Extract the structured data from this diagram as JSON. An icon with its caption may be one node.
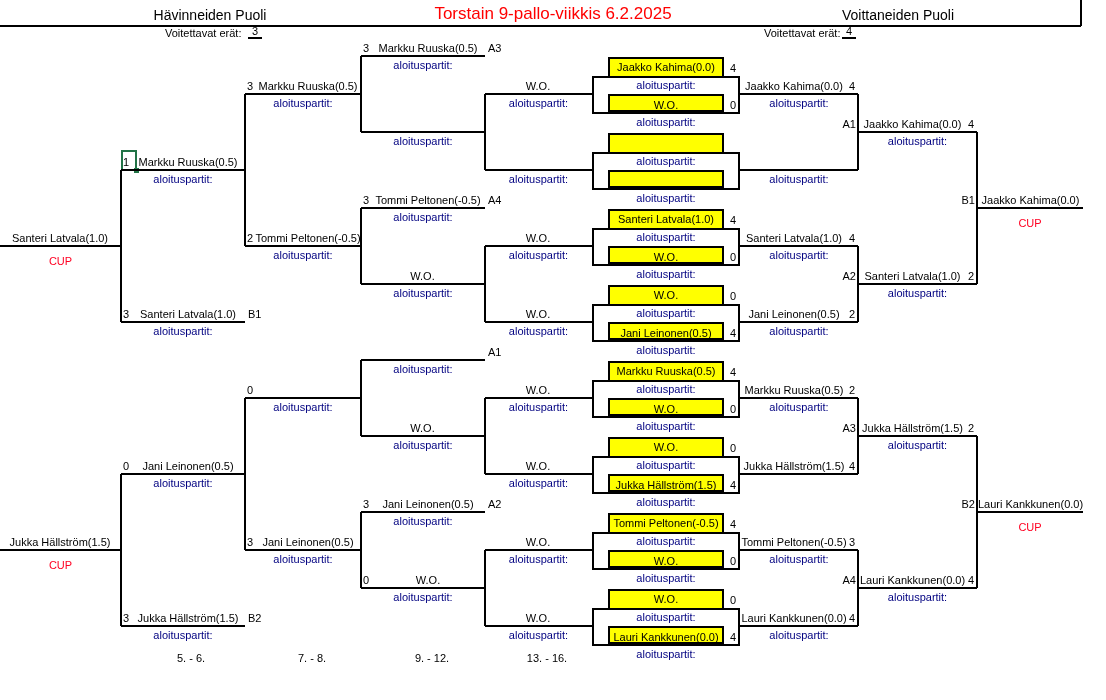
{
  "diagram": {
    "title": "Torstain 9-pallo-viikkis 6.2.2025",
    "nodes": [
      {
        "text": [
          "Santeri Latvala(1.0)"
        ],
        "beside": [
          "CUP"
        ]
      },
      {
        "text": [
          "Jukka Hällström(1.5)"
        ],
        "beside": [
          "CUP"
        ]
      },
      {
        "text": [
          "1",
          "Markku Ruuska(0.5)"
        ],
        "beside": [
          "aloituspartit:"
        ]
      },
      {
        "text": [
          "3",
          "Santeri Latvala(1.0)",
          "B1"
        ],
        "beside": [
          "aloituspartit:"
        ]
      },
      {
        "text": [
          "0",
          "Jani Leinonen(0.5)"
        ],
        "beside": [
          "aloituspartit:"
        ]
      },
      {
        "text": [
          "3",
          "Jukka Hällström(1.5)",
          "B2"
        ],
        "beside": [
          "aloituspartit:"
        ]
      },
      {
        "text": [
          "3",
          "Markku Ruuska(0.5)"
        ],
        "beside": [
          "aloituspartit:"
        ]
      },
      {
        "text": [
          "2",
          "Tommi Peltonen(-0.5)"
        ],
        "beside": [
          "aloituspartit:"
        ]
      },
      {
        "text": [
          "0"
        ],
        "beside": [
          "aloituspartit:"
        ]
      },
      {
        "text": [
          "3",
          "Jani Leinonen(0.5)"
        ],
        "beside": [
          "aloituspartit:"
        ]
      },
      {
        "text": [
          "3",
          "Markku Ruuska(0.5)",
          "A3"
        ],
        "beside": [
          "aloituspartit:"
        ]
      },
      {
        "text": [],
        "shape": "bar",
        "beside": [
          "aloituspartit:"
        ]
      },
      {
        "text": [
          "3",
          "Tommi Peltonen(-0.5)",
          "A4"
        ],
        "beside": [
          "aloituspartit:"
        ]
      },
      {
        "text": [
          "W.O."
        ],
        "beside": [
          "aloituspartit:"
        ]
      },
      {
        "text": [
          "A1"
        ],
        "beside": [
          "aloituspartit:"
        ]
      },
      {
        "text": [
          "W.O."
        ],
        "beside": [
          "aloituspartit:"
        ]
      },
      {
        "text": [
          "3",
          "Jani Leinonen(0.5)",
          "A2"
        ],
        "beside": [
          "aloituspartit:"
        ]
      },
      {
        "text": [
          "0",
          "W.O."
        ],
        "beside": [
          "aloituspartit:"
        ]
      },
      {
        "text": [
          "W.O."
        ],
        "beside": [
          "aloituspartit:"
        ]
      },
      {
        "text": [],
        "shape": "bar",
        "beside": [
          "aloituspartit:"
        ]
      },
      {
        "text": [
          "W.O."
        ],
        "beside": [
          "aloituspartit:"
        ]
      },
      {
        "text": [
          "W.O."
        ],
        "beside": [
          "aloituspartit:"
        ]
      },
      {
        "text": [
          "W.O."
        ],
        "beside": [
          "aloituspartit:"
        ]
      },
      {
        "text": [
          "W.O."
        ],
        "beside": [
          "aloituspartit:"
        ]
      },
      {
        "text": [
          "W.O."
        ],
        "beside": [
          "aloituspartit:"
        ]
      },
      {
        "text": [
          "W.O."
        ],
        "beside": [
          "aloituspartit:"
        ]
      },
      {
        "text": [],
        "shape": "box"
      },
      {
        "text": [
          "Jaakko Kahima(0.0)"
        ],
        "beside": [
          "4",
          "aloituspartit:"
        ]
      },
      {
        "text": [
          "W.O."
        ],
        "beside": [
          "0",
          "aloituspartit:"
        ],
        "in": 26
      },
      {
        "text": [],
        "shape": "box"
      },
      {
        "text": [],
        "shape": "box",
        "beside": [
          "aloituspartit:"
        ]
      },
      {
        "text": [],
        "shape": "box",
        "beside": [
          "aloituspartit:"
        ],
        "in": 29
      },
      {
        "text": [],
        "shape": "box"
      },
      {
        "text": [
          "Santeri Latvala(1.0)"
        ],
        "beside": [
          "4",
          "aloituspartit:"
        ]
      },
      {
        "text": [
          "W.O."
        ],
        "beside": [
          "0",
          "aloituspartit:"
        ],
        "in": 32
      },
      {
        "text": [],
        "shape": "box"
      },
      {
        "text": [
          "W.O."
        ],
        "beside": [
          "0",
          "aloituspartit:"
        ]
      },
      {
        "text": [
          "Jani Leinonen(0.5)"
        ],
        "beside": [
          "4",
          "aloituspartit:"
        ],
        "in": 35
      },
      {
        "text": [],
        "shape": "box"
      },
      {
        "text": [
          "Markku Ruuska(0.5)"
        ],
        "beside": [
          "4",
          "aloituspartit:"
        ]
      },
      {
        "text": [
          "W.O."
        ],
        "beside": [
          "0",
          "aloituspartit:"
        ],
        "in": 38
      },
      {
        "text": [],
        "shape": "box"
      },
      {
        "text": [
          "W.O."
        ],
        "beside": [
          "0",
          "aloituspartit:"
        ]
      },
      {
        "text": [
          "Jukka Hällström(1.5)"
        ],
        "beside": [
          "4",
          "aloituspartit:"
        ],
        "in": 41
      },
      {
        "text": [],
        "shape": "box"
      },
      {
        "text": [
          "Tommi Peltonen(-0.5)"
        ],
        "beside": [
          "4",
          "aloituspartit:"
        ]
      },
      {
        "text": [
          "W.O."
        ],
        "beside": [
          "0",
          "aloituspartit:"
        ],
        "in": 44
      },
      {
        "text": [],
        "shape": "box"
      },
      {
        "text": [
          "W.O."
        ],
        "beside": [
          "0",
          "aloituspartit:"
        ]
      },
      {
        "text": [
          "Lauri Kankkunen(0.0)"
        ],
        "beside": [
          "4",
          "aloituspartit:"
        ],
        "in": 47
      },
      {
        "text": [
          "Jaakko Kahima(0.0)",
          "4"
        ],
        "beside": [
          "aloituspartit:"
        ]
      },
      {
        "text": [],
        "shape": "bar",
        "beside": [
          "aloituspartit:"
        ]
      },
      {
        "text": [
          "Santeri Latvala(1.0)",
          "4"
        ],
        "beside": [
          "aloituspartit:"
        ]
      },
      {
        "text": [
          "Jani Leinonen(0.5)",
          "2"
        ],
        "beside": [
          "aloituspartit:"
        ]
      },
      {
        "text": [
          "Markku Ruuska(0.5)",
          "2"
        ],
        "beside": [
          "aloituspartit:"
        ]
      },
      {
        "text": [
          "Jukka Hällström(1.5)",
          "4"
        ]
      },
      {
        "text": [
          "Tommi Peltonen(-0.5)",
          "3"
        ],
        "beside": [
          "aloituspartit:"
        ]
      },
      {
        "text": [
          "Lauri Kankkunen(0.0)",
          "4"
        ],
        "beside": [
          "aloituspartit:"
        ]
      },
      {
        "text": [
          "A1",
          "Jaakko Kahima(0.0)",
          "4"
        ],
        "beside": [
          "aloituspartit:"
        ]
      },
      {
        "text": [
          "A2",
          "Santeri Latvala(1.0)",
          "2"
        ],
        "beside": [
          "aloituspartit:"
        ]
      },
      {
        "text": [
          "A3",
          "Jukka Hällström(1.5)",
          "2"
        ],
        "beside": [
          "aloituspartit:"
        ]
      },
      {
        "text": [
          "A4",
          "Lauri Kankkunen(0.0)",
          "4"
        ],
        "beside": [
          "aloituspartit:"
        ]
      },
      {
        "text": [
          "B1",
          "Jaakko Kahima(0.0)"
        ],
        "beside": [
          "CUP"
        ]
      },
      {
        "text": [
          "B2",
          "Lauri Kankkunen(0.0)"
        ],
        "beside": [
          "CUP"
        ]
      }
    ],
    "edges": [
      {
        "from": 18,
        "to": 11,
        "arrow": "none"
      },
      {
        "from": 19,
        "to": 11,
        "arrow": "none"
      },
      {
        "from": 20,
        "to": 13,
        "arrow": "none"
      },
      {
        "from": 21,
        "to": 13,
        "arrow": "none"
      },
      {
        "from": 22,
        "to": 15,
        "arrow": "none"
      },
      {
        "from": 23,
        "to": 15,
        "arrow": "none"
      },
      {
        "from": 24,
        "to": 17,
        "arrow": "none"
      },
      {
        "from": 25,
        "to": 17,
        "arrow": "none"
      },
      {
        "from": 10,
        "to": 6,
        "arrow": "none"
      },
      {
        "from": 11,
        "to": 6,
        "arrow": "none"
      },
      {
        "from": 12,
        "to": 7,
        "arrow": "none"
      },
      {
        "from": 13,
        "to": 7,
        "arrow": "none"
      },
      {
        "from": 14,
        "to": 8,
        "arrow": "none"
      },
      {
        "from": 15,
        "to": 8,
        "arrow": "none"
      },
      {
        "from": 16,
        "to": 9,
        "arrow": "none"
      },
      {
        "from": 17,
        "to": 9,
        "arrow": "none"
      },
      {
        "from": 6,
        "to": 2,
        "arrow": "none"
      },
      {
        "from": 7,
        "to": 2,
        "arrow": "none"
      },
      {
        "from": 8,
        "to": 4,
        "arrow": "none"
      },
      {
        "from": 9,
        "to": 4,
        "arrow": "none"
      },
      {
        "from": 2,
        "to": 0,
        "arrow": "none"
      },
      {
        "from": 3,
        "to": 0,
        "arrow": "none"
      },
      {
        "from": 4,
        "to": 1,
        "arrow": "none"
      },
      {
        "from": 5,
        "to": 1,
        "arrow": "none"
      },
      {
        "from": 50,
        "to": 58,
        "arrow": "none"
      },
      {
        "from": 51,
        "to": 58,
        "arrow": "none"
      },
      {
        "from": 52,
        "to": 59,
        "arrow": "none"
      },
      {
        "from": 53,
        "to": 59,
        "arrow": "none"
      },
      {
        "from": 54,
        "to": 60,
        "arrow": "none"
      },
      {
        "from": 55,
        "to": 60,
        "arrow": "none"
      },
      {
        "from": 56,
        "to": 61,
        "arrow": "none"
      },
      {
        "from": 57,
        "to": 61,
        "arrow": "none"
      },
      {
        "from": 58,
        "to": 62,
        "arrow": "none"
      },
      {
        "from": 59,
        "to": 62,
        "arrow": "none"
      },
      {
        "from": 60,
        "to": 63,
        "arrow": "none"
      },
      {
        "from": 61,
        "to": 63,
        "arrow": "none"
      }
    ],
    "labels": [
      "Hävinneiden Puoli",
      "Voittaneiden Puoli",
      "Voitettavat erät:",
      "3",
      "Voitettavat erät:",
      "4",
      "5. - 6.",
      "7. - 8.",
      "9. - 12.",
      "13. - 16."
    ]
  }
}
